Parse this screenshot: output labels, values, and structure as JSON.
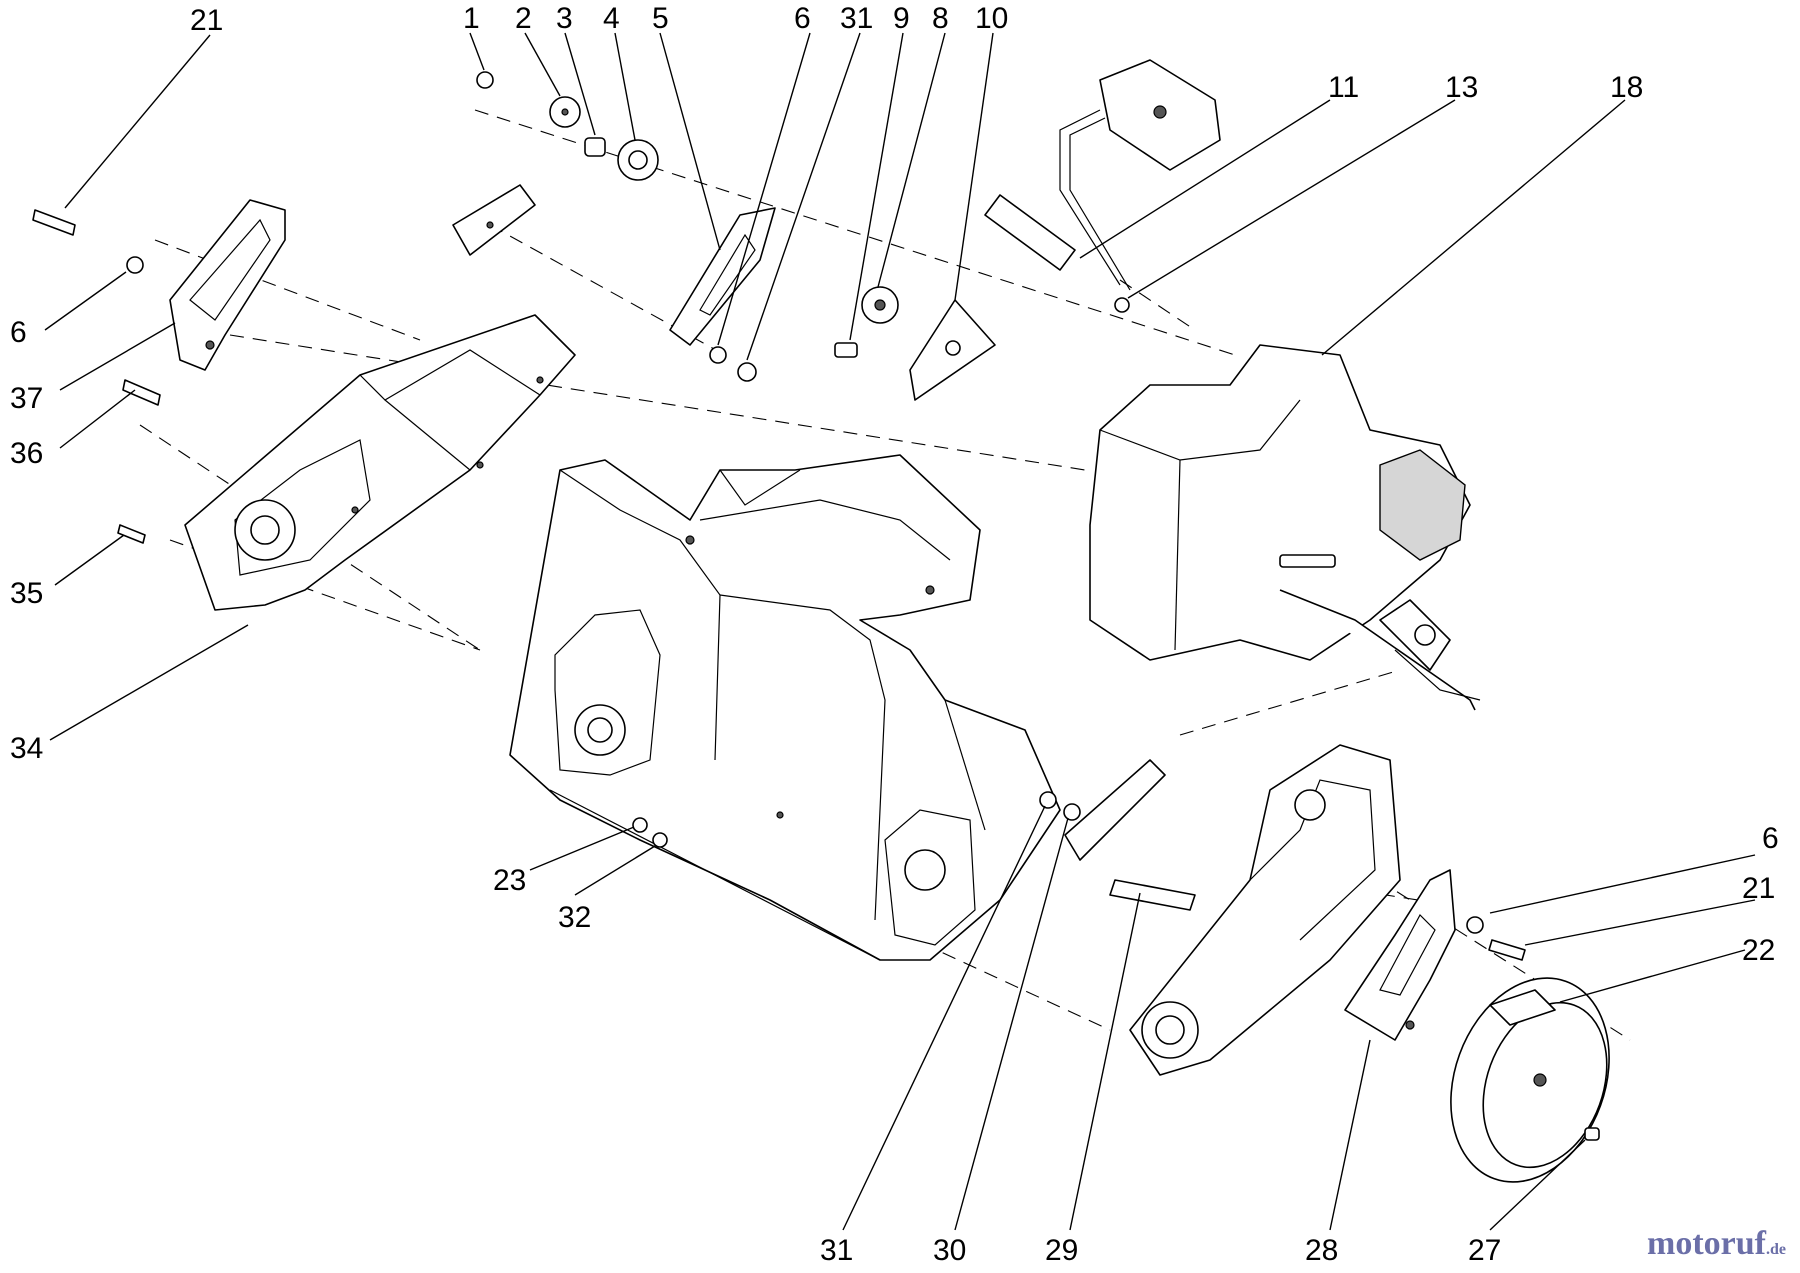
{
  "callouts": [
    {
      "id": "c21a",
      "label": "21"
    },
    {
      "id": "c1",
      "label": "1"
    },
    {
      "id": "c2",
      "label": "2"
    },
    {
      "id": "c3",
      "label": "3"
    },
    {
      "id": "c4",
      "label": "4"
    },
    {
      "id": "c5",
      "label": "5"
    },
    {
      "id": "c6a",
      "label": "6"
    },
    {
      "id": "c31a",
      "label": "31"
    },
    {
      "id": "c9",
      "label": "9"
    },
    {
      "id": "c8",
      "label": "8"
    },
    {
      "id": "c10",
      "label": "10"
    },
    {
      "id": "c11",
      "label": "11"
    },
    {
      "id": "c13",
      "label": "13"
    },
    {
      "id": "c18",
      "label": "18"
    },
    {
      "id": "c6b",
      "label": "6"
    },
    {
      "id": "c37",
      "label": "37"
    },
    {
      "id": "c36",
      "label": "36"
    },
    {
      "id": "c35",
      "label": "35"
    },
    {
      "id": "c34",
      "label": "34"
    },
    {
      "id": "c23",
      "label": "23"
    },
    {
      "id": "c32",
      "label": "32"
    },
    {
      "id": "c6c",
      "label": "6"
    },
    {
      "id": "c21b",
      "label": "21"
    },
    {
      "id": "c22",
      "label": "22"
    },
    {
      "id": "c31b",
      "label": "31"
    },
    {
      "id": "c30",
      "label": "30"
    },
    {
      "id": "c29",
      "label": "29"
    },
    {
      "id": "c28",
      "label": "28"
    },
    {
      "id": "c27",
      "label": "27"
    }
  ],
  "watermark": {
    "part1": "motoruf",
    "part2": ".de"
  }
}
